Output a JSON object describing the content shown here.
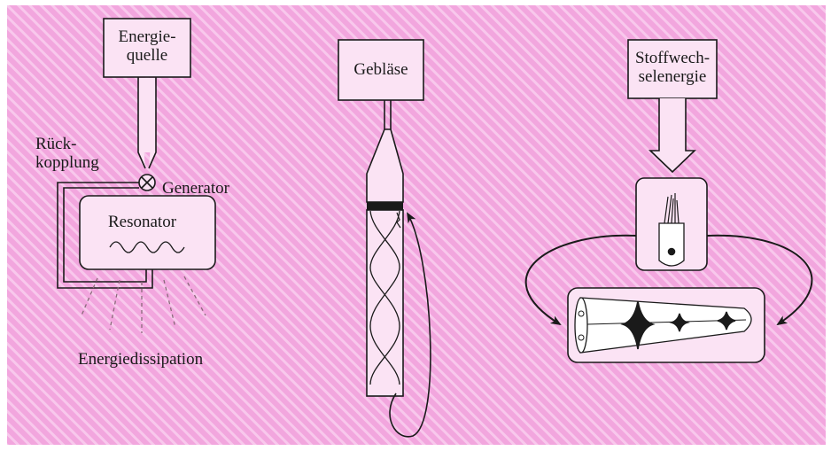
{
  "colors": {
    "background": "#f2a6de",
    "stripe": "#f8c8ec",
    "box_fill": "#fbe3f4",
    "ink": "#1a1a1a"
  },
  "panel_1": {
    "source_line1": "Energie-",
    "source_line2": "quelle",
    "feedback_line1": "Rück-",
    "feedback_line2": "kopplung",
    "generator_label": "Generator",
    "resonator_label": "Resonator",
    "dissipation_label": "Energiedissipation"
  },
  "panel_2": {
    "blower_label": "Gebläse"
  },
  "panel_3": {
    "energy_line1": "Stoffwech-",
    "energy_line2": "selenergie"
  }
}
